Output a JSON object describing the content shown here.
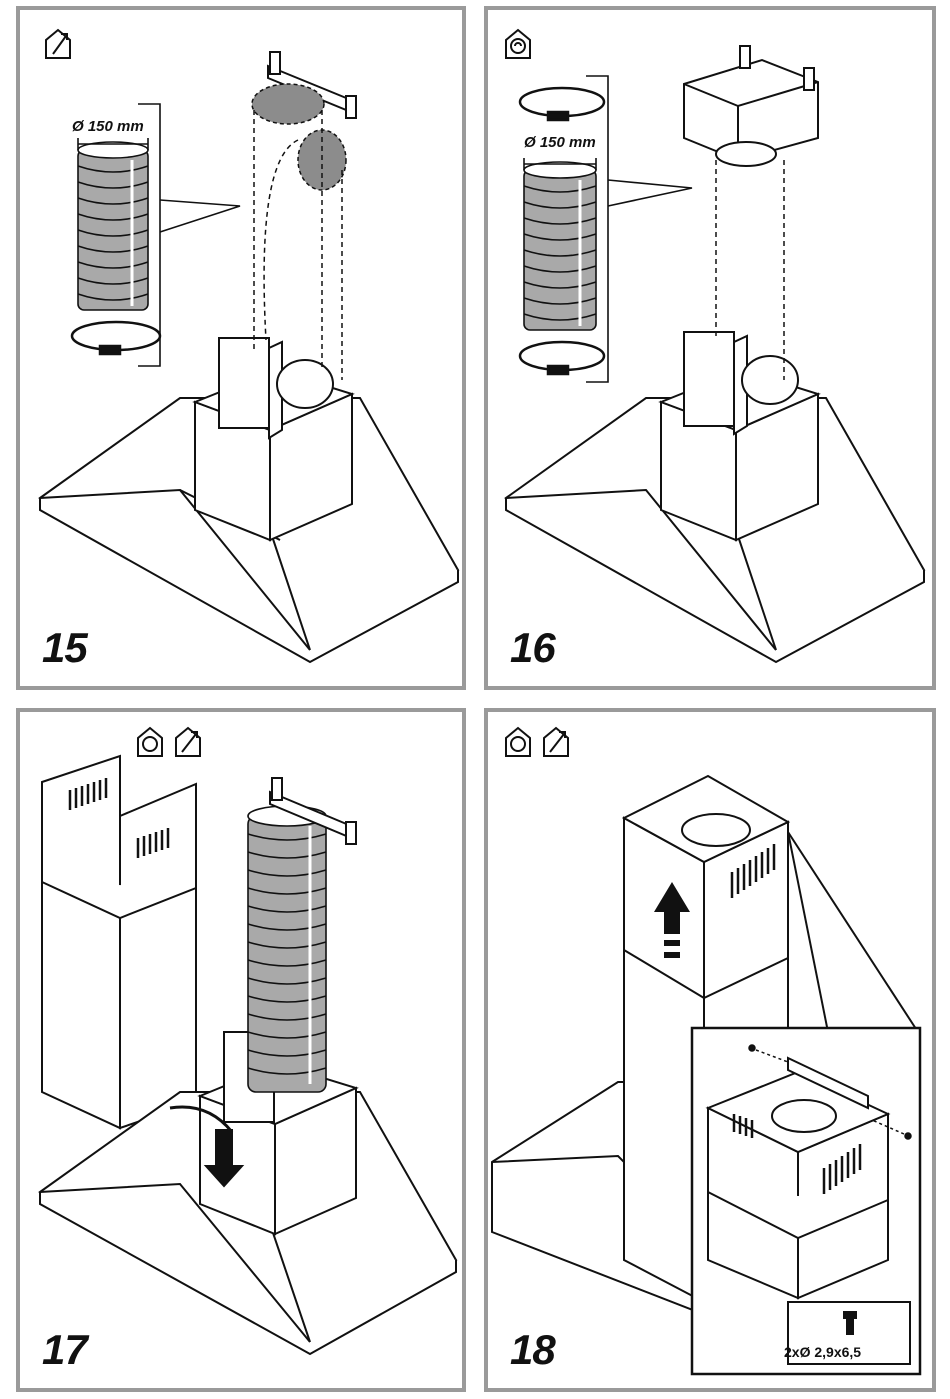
{
  "panels": [
    {
      "id": "15",
      "number": "15",
      "mode_icons": [
        "ducted-exhaust-icon"
      ],
      "dimension_label": "Ø 150 mm"
    },
    {
      "id": "16",
      "number": "16",
      "mode_icons": [
        "recirculation-icon"
      ],
      "dimension_label": "Ø 150 mm"
    },
    {
      "id": "17",
      "number": "17",
      "mode_icons": [
        "recirculation-icon",
        "ducted-exhaust-icon"
      ]
    },
    {
      "id": "18",
      "number": "18",
      "mode_icons": [
        "recirculation-icon",
        "ducted-exhaust-icon"
      ],
      "screw_label": "2xØ 2,9x6,5"
    }
  ],
  "colors": {
    "frame": "#9a9a9a",
    "duct_fill": "#a9a9a9",
    "line": "#111111",
    "highlight": "#8c8c8c"
  }
}
